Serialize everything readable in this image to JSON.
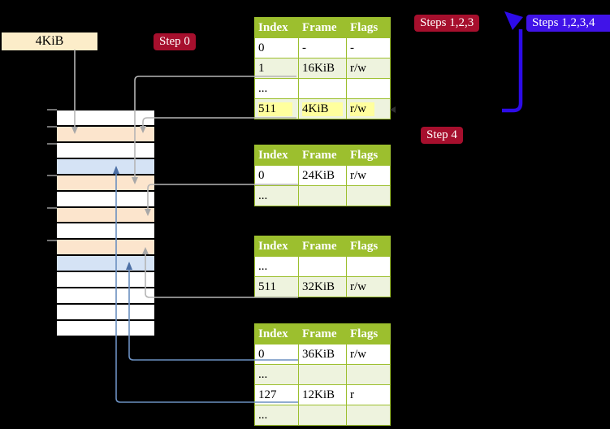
{
  "labels": {
    "page_size": "4KiB",
    "step0": "Step 0",
    "steps123": "Steps 1,2,3",
    "steps1234": "Steps 1,2,3,4",
    "step4": "Step 4"
  },
  "memory_stack": {
    "description": "physical memory frames, 4KiB each, top row = address 0",
    "rows": [
      "white",
      "orange",
      "white",
      "blue",
      "orange",
      "white",
      "orange",
      "white",
      "orange",
      "blue",
      "white",
      "white",
      "white",
      "white"
    ]
  },
  "tables": [
    {
      "name": "level-2-page-table",
      "headers": [
        "Index",
        "Frame",
        "Flags"
      ],
      "rows": [
        {
          "cells": [
            "0",
            "-",
            "-"
          ],
          "shaded": false,
          "highlight": false
        },
        {
          "cells": [
            "1",
            "16KiB",
            "r/w"
          ],
          "shaded": true,
          "highlight": false
        },
        {
          "cells": [
            "...",
            "",
            ""
          ],
          "shaded": false,
          "highlight": false
        },
        {
          "cells": [
            "511",
            "4KiB",
            "r/w"
          ],
          "shaded": true,
          "highlight": true
        }
      ]
    },
    {
      "name": "level-1-page-table-1",
      "headers": [
        "Index",
        "Frame",
        "Flags"
      ],
      "rows": [
        {
          "cells": [
            "0",
            "24KiB",
            "r/w"
          ],
          "shaded": false,
          "highlight": false
        },
        {
          "cells": [
            "...",
            "",
            ""
          ],
          "shaded": true,
          "highlight": false
        }
      ]
    },
    {
      "name": "level-1-page-table-2",
      "headers": [
        "Index",
        "Frame",
        "Flags"
      ],
      "rows": [
        {
          "cells": [
            "...",
            "",
            ""
          ],
          "shaded": false,
          "highlight": false
        },
        {
          "cells": [
            "511",
            "32KiB",
            "r/w"
          ],
          "shaded": true,
          "highlight": false
        }
      ]
    },
    {
      "name": "level-1-page-table-3",
      "headers": [
        "Index",
        "Frame",
        "Flags"
      ],
      "rows": [
        {
          "cells": [
            "0",
            "36KiB",
            "r/w"
          ],
          "shaded": false,
          "highlight": false
        },
        {
          "cells": [
            "...",
            "",
            ""
          ],
          "shaded": true,
          "highlight": false
        },
        {
          "cells": [
            "127",
            "12KiB",
            "r"
          ],
          "shaded": false,
          "highlight": false
        },
        {
          "cells": [
            "...",
            "",
            ""
          ],
          "shaded": true,
          "highlight": false
        }
      ]
    }
  ],
  "arrows": [
    {
      "name": "arrow-4kib-label-to-frame4",
      "color": "#b5b5b5"
    },
    {
      "name": "arrow-l2-entry1-to-frame16",
      "color": "#b5b5b5"
    },
    {
      "name": "arrow-l2-entry511-to-frame4",
      "color": "#b5b5b5"
    },
    {
      "name": "arrow-l1t1-entry0-to-frame24",
      "color": "#b5b5b5"
    },
    {
      "name": "arrow-l1t2-entry511-to-frame32",
      "color": "#b5b5b5"
    },
    {
      "name": "arrow-l1t3-entry0-to-frame36",
      "color": "#6b8fc0"
    },
    {
      "name": "arrow-l1t3-entry127-to-frame12",
      "color": "#6b8fc0"
    },
    {
      "name": "steps-arrow-to-level2-table",
      "color": "#2d0be8"
    }
  ],
  "colors": {
    "background": "#000000",
    "table_header_green": "#9cbf2e",
    "table_row_green": "#eef3de",
    "highlight_yellow": "#ffff9e",
    "frame_orange": "#fce5cd",
    "frame_blue": "#d5e3f5",
    "badge_red": "#a60f2d",
    "badge_blue": "#4013e8",
    "label_cream": "#fcedc9",
    "arrow_gray": "#b5b5b5",
    "arrow_steel_blue": "#6b8fc0",
    "big_arrow_blue": "#2d0be8"
  }
}
